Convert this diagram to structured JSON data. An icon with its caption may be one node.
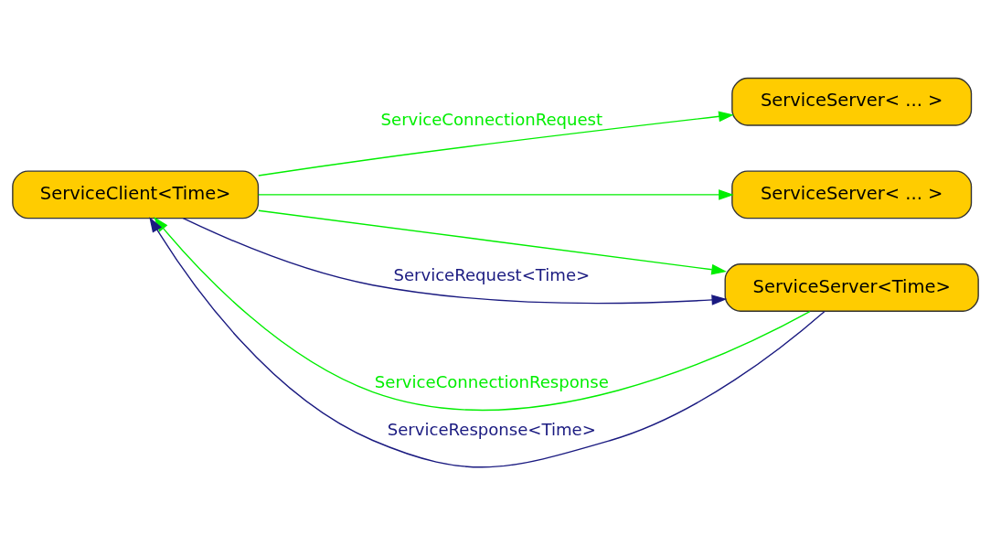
{
  "diagram": {
    "nodes": [
      {
        "text": [
          "ServiceServer< ... >"
        ]
      },
      {
        "text": [
          "ServiceServer< ... >"
        ]
      },
      {
        "text": [
          "ServiceClient<Time>"
        ]
      },
      {
        "text": [
          "ServiceServer<Time>"
        ]
      }
    ],
    "edges": [
      {
        "from": 2,
        "to": 0,
        "arrow": "to",
        "label": "ServiceConnectionRequest"
      },
      {
        "from": 2,
        "to": 1,
        "arrow": "to"
      },
      {
        "from": 2,
        "to": 3,
        "arrow": "to"
      },
      {
        "from": 3,
        "to": 2,
        "arrow": "to",
        "label": "ServiceConnectionResponse"
      },
      {
        "from": 2,
        "to": 3,
        "arrow": "to",
        "label": "ServiceRequest<Time>",
        "color": "#1a1a80"
      },
      {
        "from": 3,
        "to": 2,
        "arrow": "to",
        "label": "ServiceResponse<Time>",
        "color": "#1a1a80"
      }
    ]
  }
}
